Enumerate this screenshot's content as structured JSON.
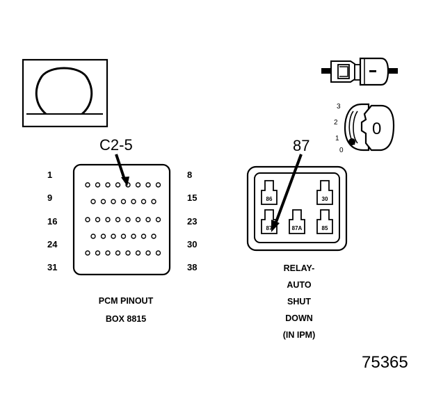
{
  "symbol_box": {
    "glyph": "Ω"
  },
  "connector_pinout": {
    "callout": "C2-5",
    "pin_labels_left": [
      "1",
      "9",
      "16",
      "24",
      "31"
    ],
    "pin_labels_right": [
      "8",
      "15",
      "23",
      "30",
      "38"
    ],
    "rows": [
      8,
      7,
      8,
      7,
      8
    ],
    "caption_line1": "PCM PINOUT",
    "caption_line2": "BOX 8815"
  },
  "relay": {
    "callout": "87",
    "terminals": [
      "86",
      "30",
      "87",
      "87A",
      "85"
    ],
    "caption_lines": [
      "RELAY-",
      "AUTO",
      "SHUT",
      "DOWN",
      "(IN IPM)"
    ]
  },
  "ignition": {
    "positions": [
      "3",
      "2",
      "1",
      "0"
    ],
    "key_label": "0"
  },
  "figure_number": "75365"
}
